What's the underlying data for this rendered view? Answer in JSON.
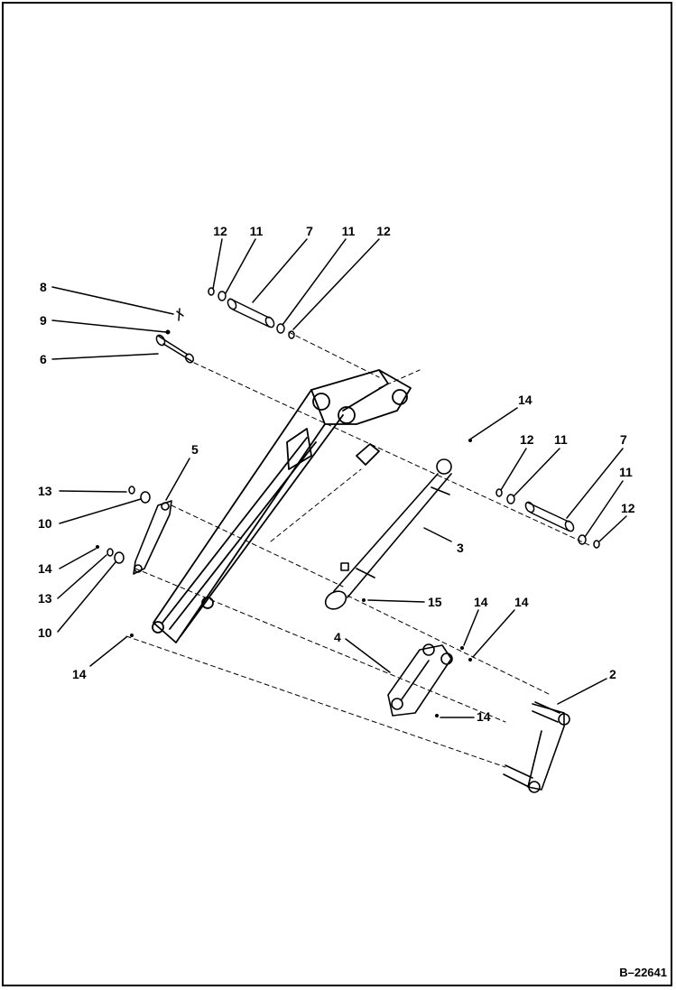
{
  "callouts": {
    "c1": "12",
    "c2": "11",
    "c3": "7",
    "c4": "11",
    "c5": "12",
    "c6": "8",
    "c7": "9",
    "c8": "6",
    "c9": "14",
    "c10": "12",
    "c11": "11",
    "c12": "7",
    "c13": "11",
    "c14": "12",
    "c15": "5",
    "c16": "13",
    "c17": "10",
    "c18": "14",
    "c19": "13",
    "c20": "10",
    "c21": "3",
    "c22": "15",
    "c23": "14",
    "c24": "14",
    "c25": "4",
    "c26": "2",
    "c27": "14",
    "c28": "14"
  },
  "figure_ref": "B–22641"
}
